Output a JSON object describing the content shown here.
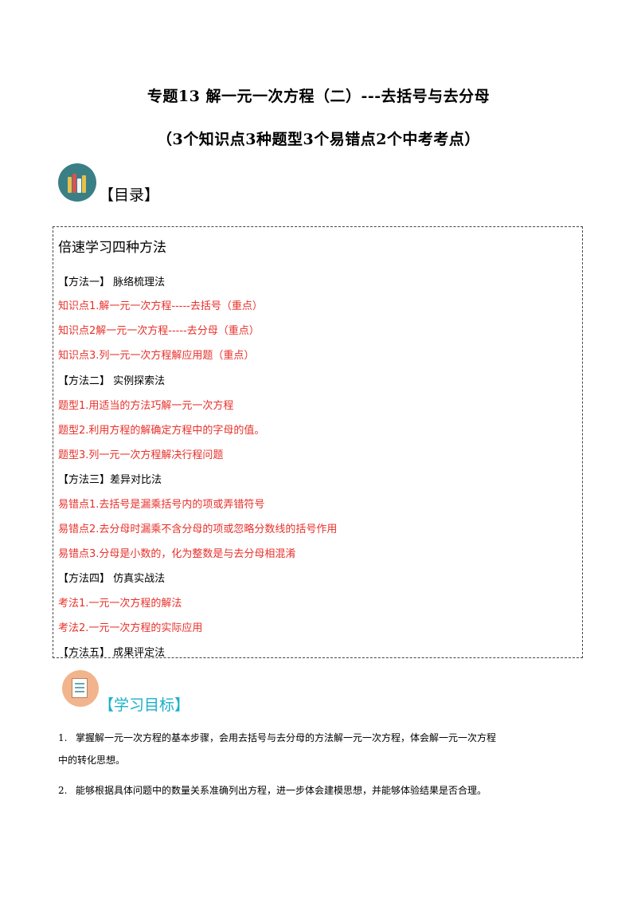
{
  "header": {
    "title": "专题13 解一元一次方程（二）---去括号与去分母",
    "subtitle": "（3个知识点3种题型3个易错点2个中考考点）"
  },
  "toc": {
    "heading": "【目录】",
    "box_title": "倍速学习四种方法",
    "lines": [
      {
        "text": "【方法一】 脉络梳理法",
        "red": false
      },
      {
        "text": "知识点1.解一元一次方程-----去括号（重点）",
        "red": true
      },
      {
        "text": "知识点2解一元一次方程-----去分母（重点）",
        "red": true
      },
      {
        "text": "知识点3.列一元一次方程解应用题（重点）",
        "red": true
      },
      {
        "text": "【方法二】 实例探索法",
        "red": false
      },
      {
        "text": "题型1.用适当的方法巧解一元一次方程",
        "red": true
      },
      {
        "text": "题型2.利用方程的解确定方程中的字母的值。",
        "red": true
      },
      {
        "text": "题型3.列一元一次方程解决行程问题",
        "red": true
      },
      {
        "text": "【方法三】差异对比法",
        "red": false
      },
      {
        "text": "易错点1.去括号是漏乘括号内的项或弄错符号",
        "red": true
      },
      {
        "text": "易错点2.去分母时漏乘不含分母的项或忽略分数线的括号作用",
        "red": true
      },
      {
        "text": "易错点3.分母是小数的，化为整数是与去分母相混淆",
        "red": true
      },
      {
        "text": "【方法四】 仿真实战法",
        "red": false
      },
      {
        "text": "考法1.一元一次方程的解法",
        "red": true
      },
      {
        "text": "考法2.一元一次方程的实际应用",
        "red": true
      },
      {
        "text": "【方法五】 成果评定法",
        "red": false
      }
    ]
  },
  "goals": {
    "heading": "【学习目标】",
    "items": [
      {
        "num": "1.",
        "line1": "掌握解一元一次方程的基本步骤，会用去括号与去分母的方法解一元一次方程，体会解一元一次方程",
        "line2": "中的转化思想。"
      },
      {
        "num": "2.",
        "line1": "能够根据具体问题中的数量关系准确列出方程，进一步体会建模思想，并能够体验结果是否合理。",
        "line2": ""
      }
    ]
  },
  "colors": {
    "accent_red": "#e8302a",
    "accent_cyan": "#1ab0c9"
  }
}
